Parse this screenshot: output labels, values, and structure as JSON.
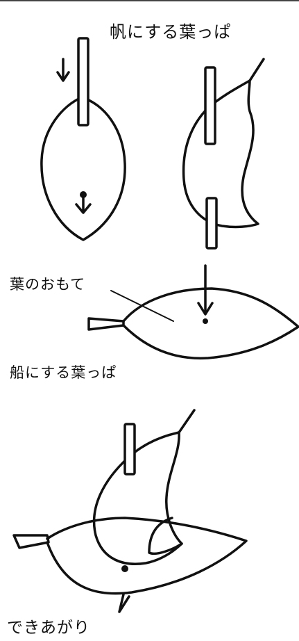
{
  "labels": {
    "title": "帆にする葉っぱ",
    "leaf_face": "葉のおもて",
    "boat_leaf": "船にする葉っぱ",
    "done": "できあがり"
  }
}
